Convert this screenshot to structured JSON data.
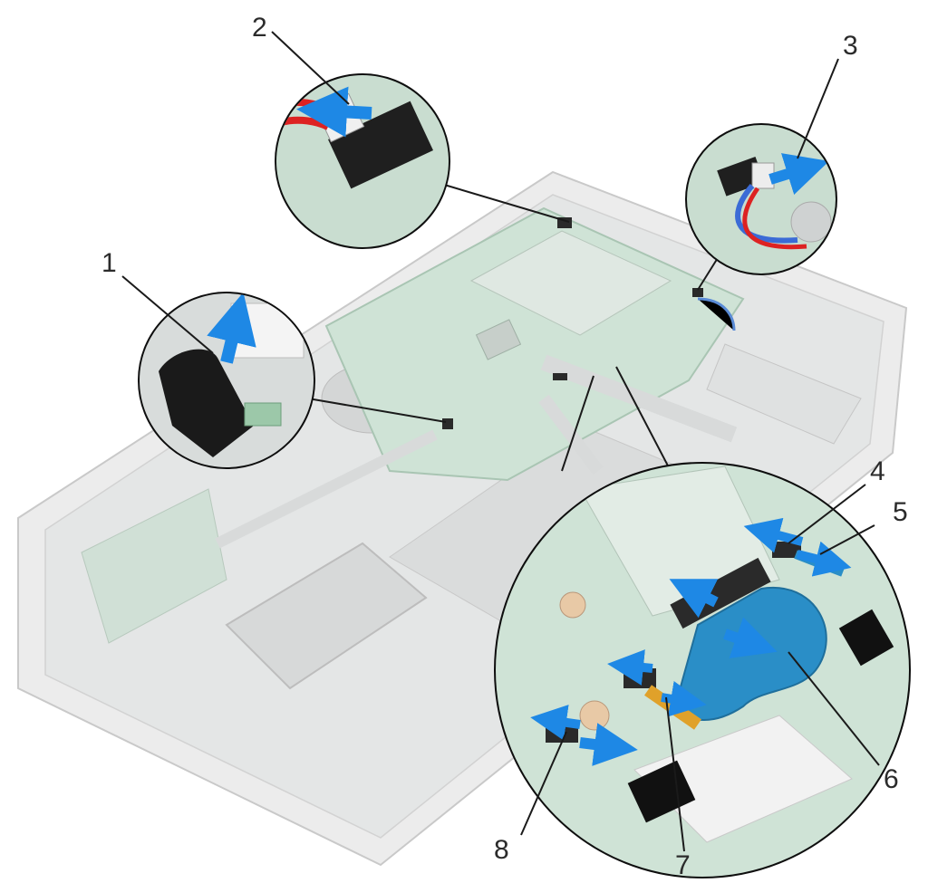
{
  "callouts": {
    "c1": "1",
    "c2": "2",
    "c3": "3",
    "c4": "4",
    "c5": "5",
    "c6": "6",
    "c7": "7",
    "c8": "8"
  },
  "colors": {
    "pcb": "#cfe3d6",
    "arrow": "#1e88e5",
    "cable_blue": "#2a8ec7",
    "chassis": "#e6e8e8"
  }
}
